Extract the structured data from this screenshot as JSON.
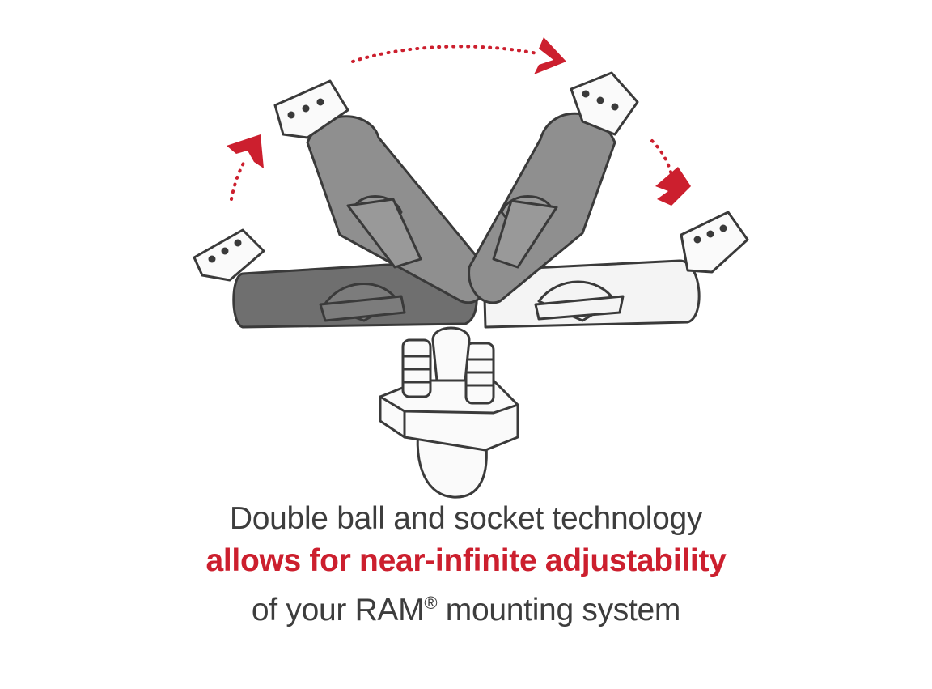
{
  "caption": {
    "line1": "Double ball and socket technology",
    "line2": "allows for near-infinite adjustability",
    "line3_prefix": "of your RAM",
    "line3_reg": "®",
    "line3_suffix": " mounting system"
  },
  "colors": {
    "accent_red": "#cc1f2e",
    "text_gray": "#3d3d3d",
    "arm_dark": "#6f6f6f",
    "arm_mid": "#8f8f8f",
    "arm_light": "#f4f4f4",
    "outline": "#3a3a3a"
  },
  "icons": {
    "arrows": [
      "arrow-up-icon",
      "arrow-right-icon",
      "arrow-down-icon"
    ]
  }
}
